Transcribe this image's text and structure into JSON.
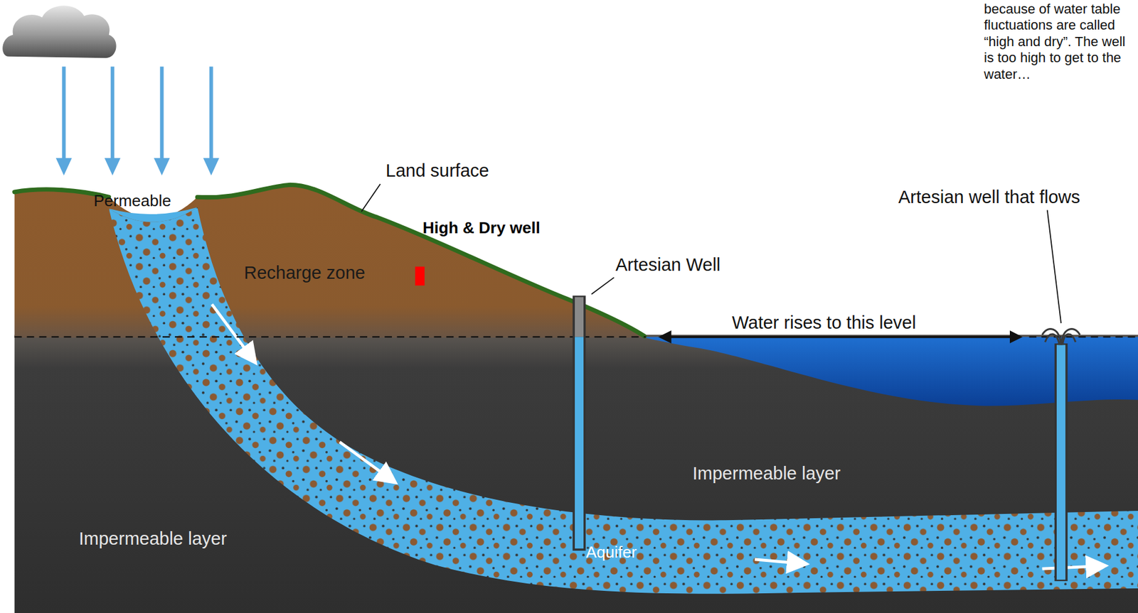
{
  "diagram": {
    "labels": [
      "because of water table fluctuations are called “high and dry”. The well is too high to get to the water…",
      "Permeable",
      "Land surface",
      "High & Dry well",
      "Recharge zone",
      "Artesian Well",
      "Artesian well that flows",
      "Water rises to this level",
      "Impermeable layer",
      "Impermeable layer",
      "Aquifer"
    ]
  }
}
